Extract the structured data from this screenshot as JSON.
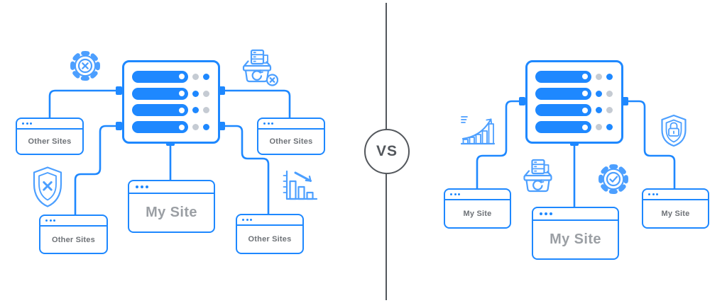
{
  "colors": {
    "accent": "#1e88ff",
    "icon_blue": "#4c9fff",
    "dot_gray": "#c5cbd3",
    "label_gray": "#6e7277",
    "title_gray": "#9b9fa4",
    "divider_gray": "#53575c"
  },
  "divider": {
    "vs_label": "VS"
  },
  "server": {
    "rows": [
      {
        "dots": [
          "gray",
          "accent"
        ]
      },
      {
        "dots": [
          "accent",
          "gray"
        ]
      },
      {
        "dots": [
          "accent",
          "gray"
        ]
      },
      {
        "dots": [
          "gray",
          "accent"
        ]
      }
    ]
  },
  "left": {
    "boxes": {
      "top_left": {
        "label": "Other Sites"
      },
      "top_right": {
        "label": "Other Sites"
      },
      "bottom_left": {
        "label": "Other Sites"
      },
      "bottom_right": {
        "label": "Other Sites"
      },
      "center": {
        "label": "My Site"
      }
    },
    "icons": [
      "gear-error-icon",
      "backup-error-icon",
      "shield-error-icon",
      "declining-chart-icon"
    ]
  },
  "right": {
    "boxes": {
      "left": {
        "label": "My Site"
      },
      "center": {
        "label": "My Site"
      },
      "right": {
        "label": "My Site"
      }
    },
    "icons": [
      "growth-chart-icon",
      "shield-lock-icon",
      "backup-restore-icon",
      "gear-check-icon"
    ]
  }
}
